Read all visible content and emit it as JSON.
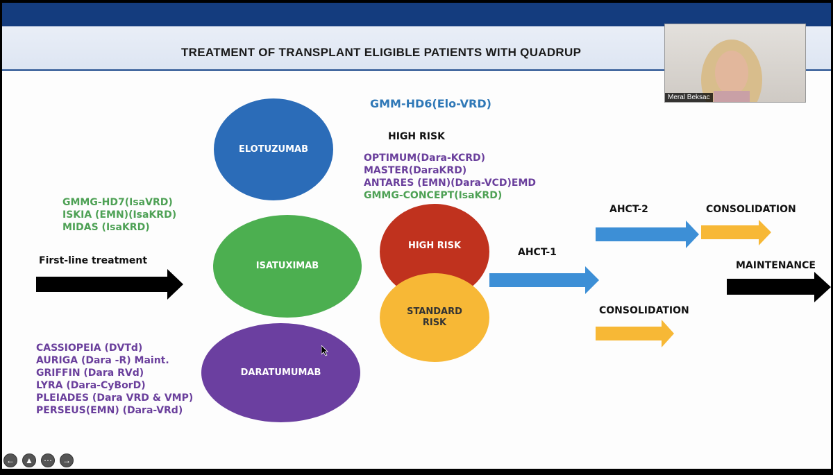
{
  "slide": {
    "title": "TREATMENT OF TRANSPLANT ELIGIBLE PATIENTS WITH QUADRUP",
    "gmm_hd6": "GMM-HD6(Elo-VRD)",
    "high_risk_heading": "HIGH RISK",
    "high_risk_trials": [
      "OPTIMUM(Dara-KCRD)",
      "MASTER(DaraKRD)",
      "ANTARES (EMN)(Dara-VCD)EMD"
    ],
    "high_risk_trial_green": "GMMG-CONCEPT(IsaKRD)",
    "isatuximab_trials": [
      "GMMG-HD7(IsaVRD)",
      "ISKIA (EMN)(IsaKRD)",
      "MIDAS (IsaKRD)"
    ],
    "first_line_label": "First-line treatment",
    "daratumumab_trials": [
      "CASSIOPEIA (DVTd)",
      "AURIGA (Dara -R) Maint.",
      "GRIFFIN (Dara RVd)",
      "LYRA (Dara-CyBorD)",
      "PLEIADES (Dara VRD & VMP)",
      "PERSEUS(EMN) (Dara-VRd)"
    ],
    "ellipses": {
      "elotuzumab": "ELOTUZUMAB",
      "isatuximab": "ISATUXIMAB",
      "daratumumab": "DARATUMUMAB",
      "high_risk": "HIGH RISK",
      "standard_risk_line1": "STANDARD",
      "standard_risk_line2": "RISK"
    },
    "ahct1": "AHCT-1",
    "ahct2": "AHCT-2",
    "consolidation_top": "CONSOLIDATION",
    "consolidation_bottom": "CONSOLIDATION",
    "maintenance": "MAINTENANCE"
  },
  "video": {
    "participant_name": "Meral Beksac"
  },
  "controls": {
    "prev_icon": "arrow-left-icon",
    "pointer_icon": "pointer-icon",
    "more_icon": "more-icon",
    "next_icon": "arrow-right-icon"
  },
  "colors": {
    "header_blue": "#143c7e",
    "green": "#4ea155",
    "purple": "#6a3f9c",
    "blue": "#2f78b7",
    "red": "#c0321e",
    "yellow": "#f7b836",
    "arrow_blue": "#3d8fd6"
  }
}
